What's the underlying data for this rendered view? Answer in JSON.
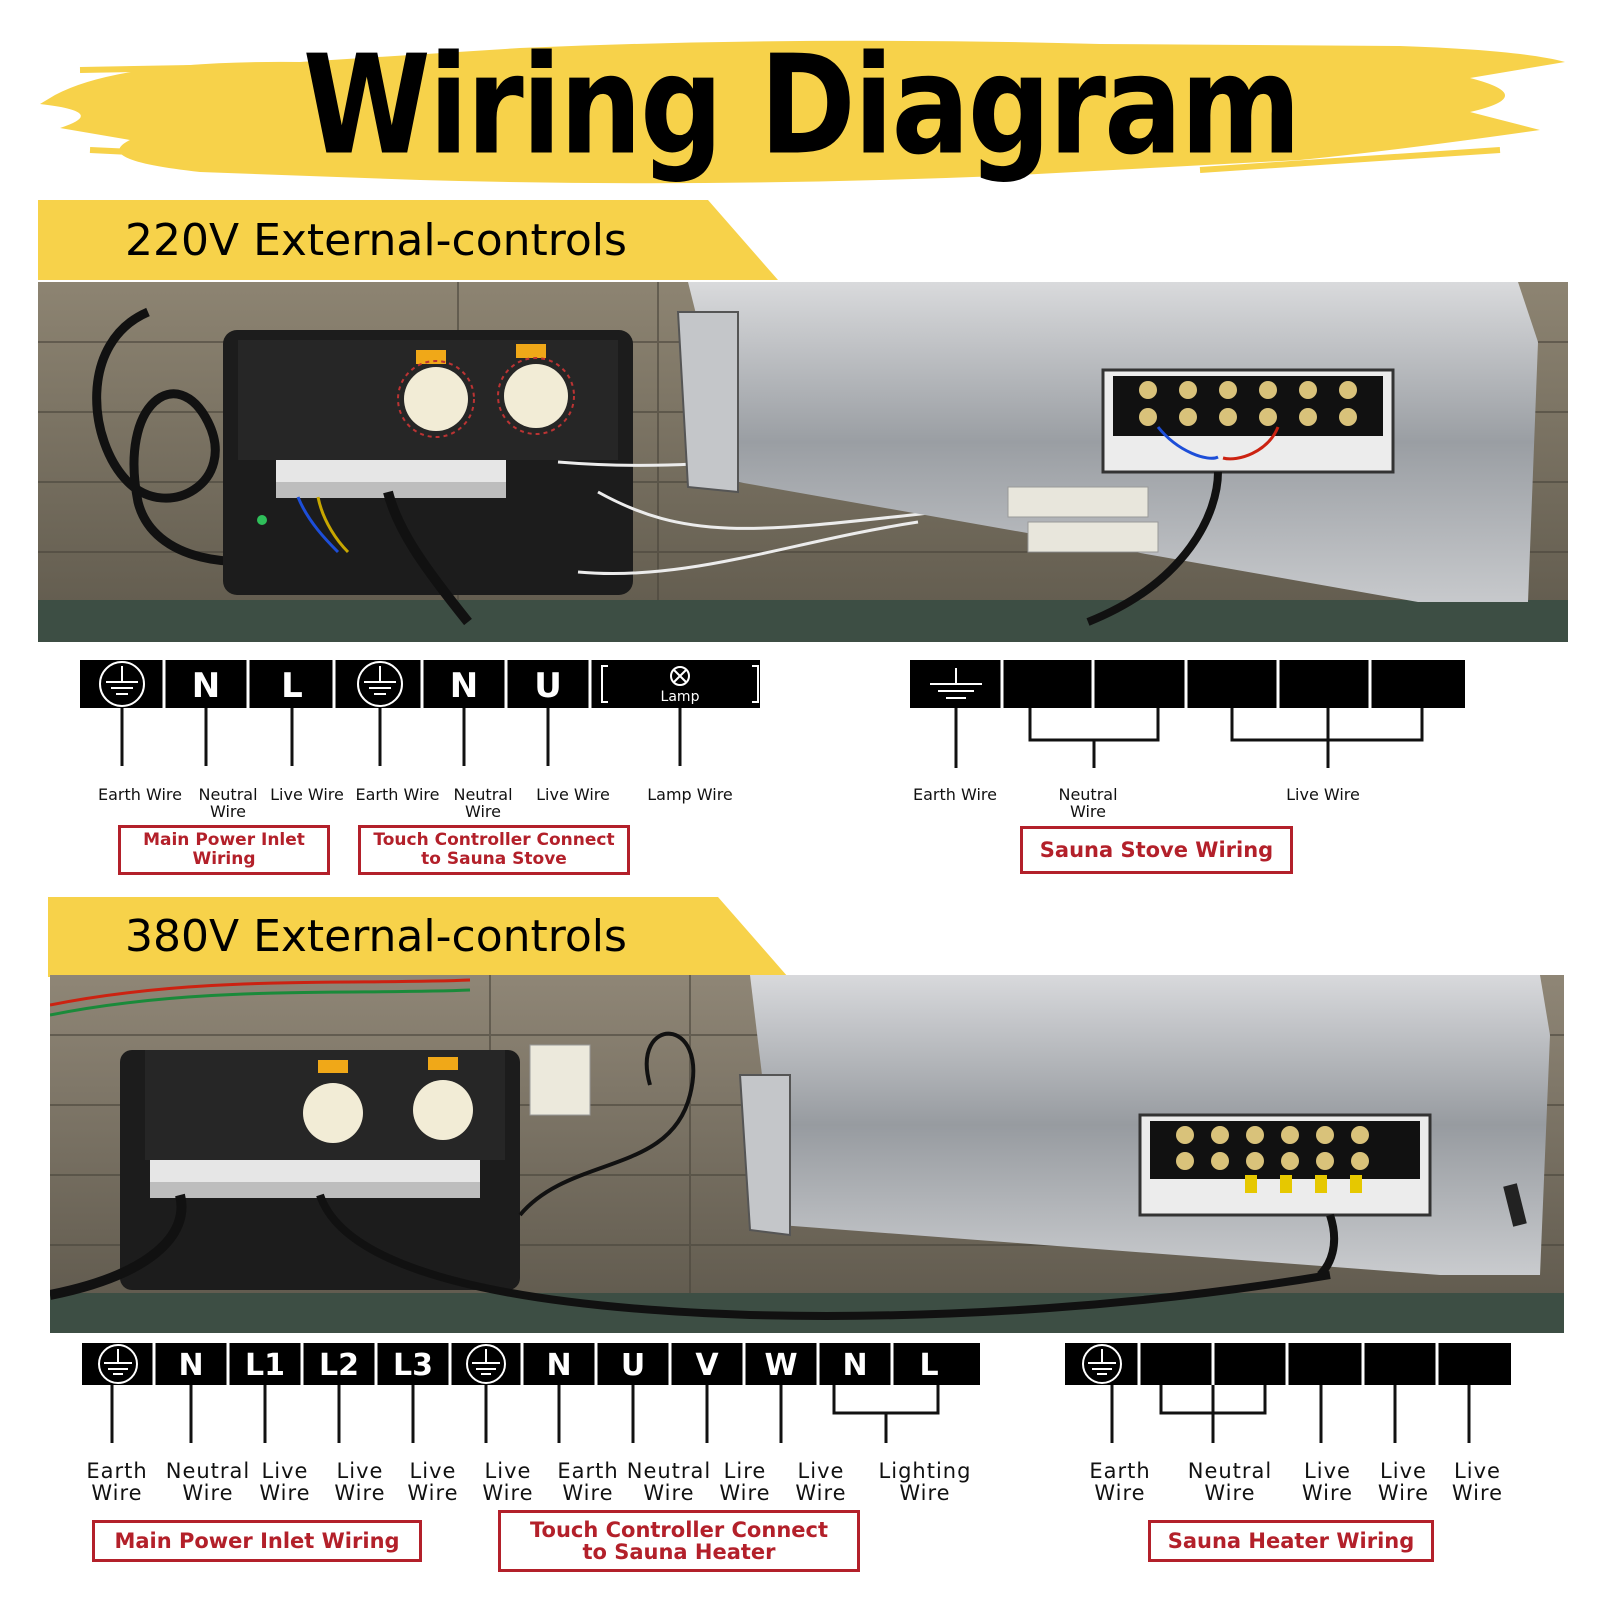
{
  "title": "Wiring Diagram",
  "colors": {
    "accent_yellow": "#f7d24a",
    "label_red": "#b3202a",
    "terminal_black": "#000000"
  },
  "section_220": {
    "heading": "220V External-controls",
    "terminals_left": [
      "earth",
      "N",
      "L",
      "earth",
      "N",
      "U",
      "Lamp"
    ],
    "labels_left": [
      "Earth Wire",
      "Neutral Wire",
      "Live Wire",
      "Earth Wire",
      "Neutral Wire",
      "Live Wire",
      "Lamp Wire"
    ],
    "box_main": "Main Power Inlet Wiring",
    "box_touch": "Touch Controller Connect to Sauna Stove",
    "labels_right": [
      "Earth Wire",
      "Neutral Wire",
      "Live Wire"
    ],
    "box_stove": "Sauna Stove Wiring"
  },
  "section_380": {
    "heading": "380V External-controls",
    "terminals_left": [
      "earth",
      "N",
      "L1",
      "L2",
      "L3",
      "earth",
      "N",
      "U",
      "V",
      "W",
      "N",
      "L"
    ],
    "labels_left": [
      "Earth Wire",
      "Neutral Wire",
      "Live Wire",
      "Live Wire",
      "Live Wire",
      "Live Wire",
      "Earth Wire",
      "Neutral Wire",
      "Lire Wire",
      "Live Wire",
      "Lighting Wire"
    ],
    "box_main": "Main Power Inlet Wiring",
    "box_touch": "Touch Controller Connect to Sauna Heater",
    "labels_right": [
      "Earth Wire",
      "Neutral Wire",
      "Live Wire",
      "Live Wire",
      "Live Wire"
    ],
    "box_heater": "Sauna Heater Wiring"
  }
}
